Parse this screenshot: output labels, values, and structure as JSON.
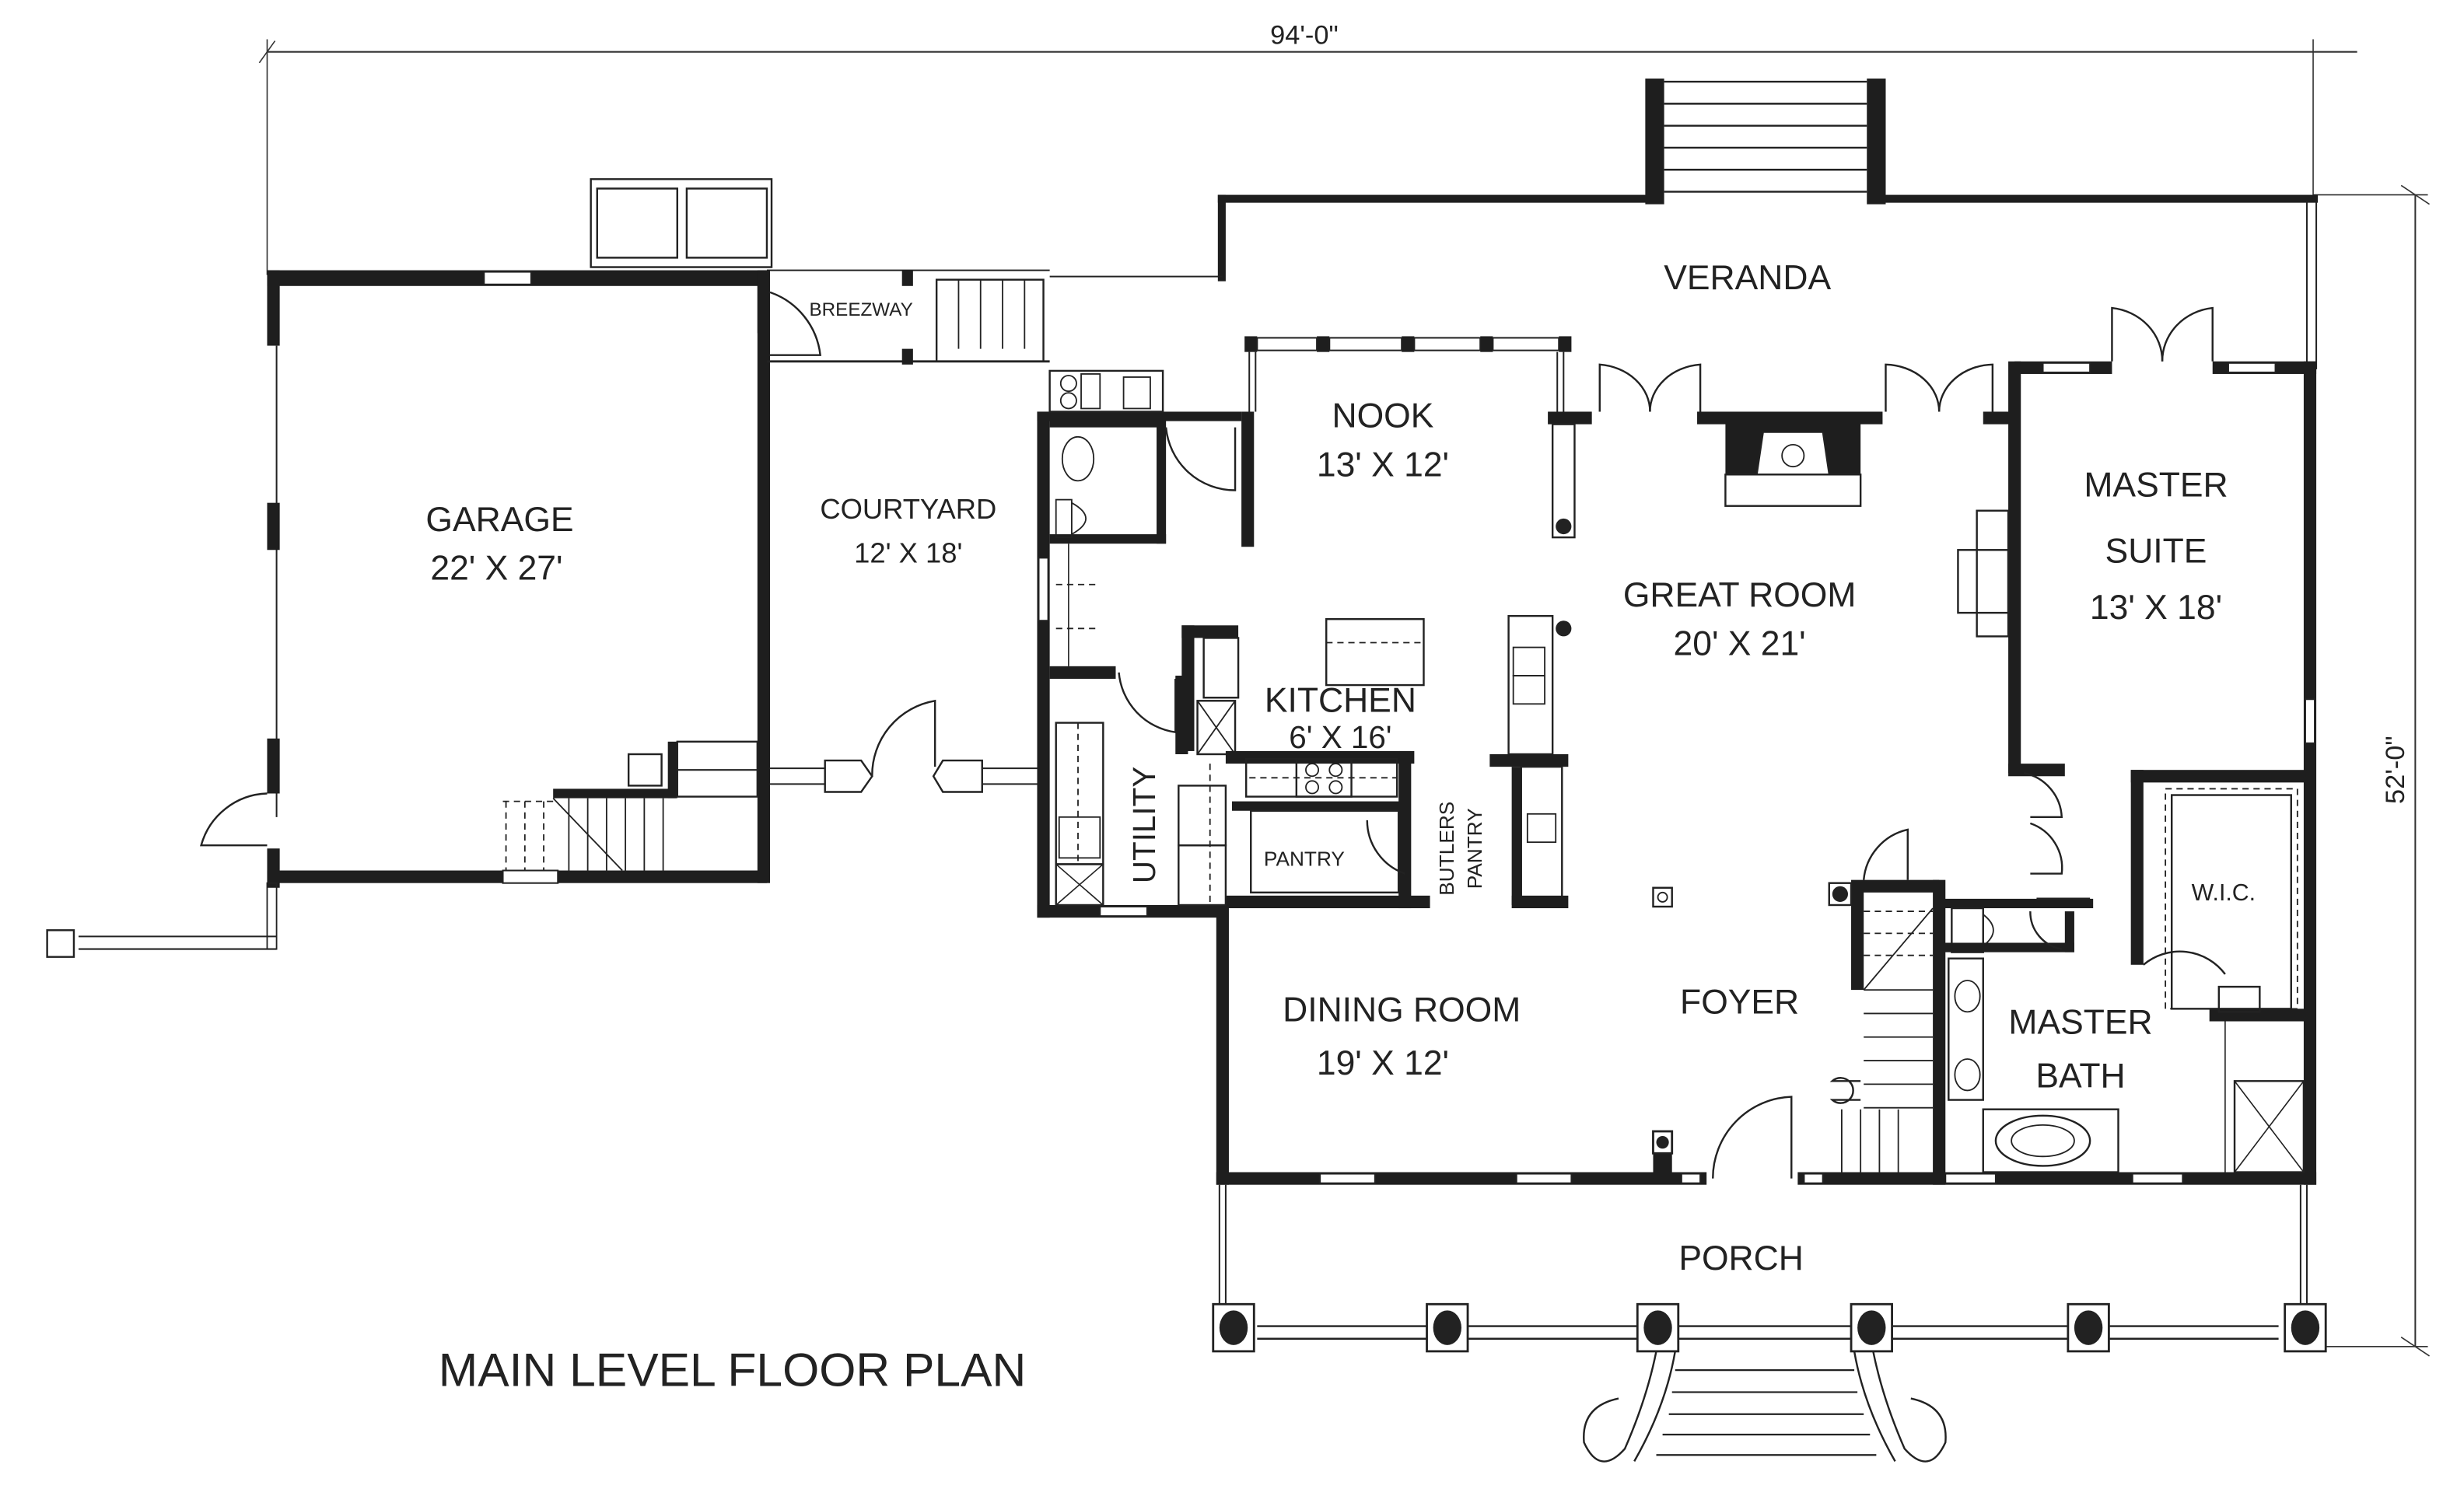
{
  "title": "MAIN LEVEL FLOOR PLAN",
  "dimensions": {
    "overall_width": "94'-0\"",
    "overall_depth": "52'-0\""
  },
  "rooms": {
    "veranda": {
      "name": "VERANDA"
    },
    "breezeway": {
      "name": "BREEZWAY"
    },
    "garage": {
      "name": "GARAGE",
      "size": "22' X 27'"
    },
    "courtyard": {
      "name": "COURTYARD",
      "size": "12' X 18'"
    },
    "nook": {
      "name": "NOOK",
      "size": "13' X 12'"
    },
    "great_room": {
      "name": "GREAT ROOM",
      "size": "20' X 21'"
    },
    "master_suite": {
      "name_line1": "MASTER",
      "name_line2": "SUITE",
      "size": "13' X 18'"
    },
    "kitchen": {
      "name": "KITCHEN",
      "size": "6' X 16'"
    },
    "pantry": {
      "name": "PANTRY"
    },
    "butlers_pantry": {
      "name_line1": "BUTLERS",
      "name_line2": "PANTRY"
    },
    "utility": {
      "name": "UTILITY"
    },
    "wic": {
      "name": "W.I.C."
    },
    "master_bath": {
      "name_line1": "MASTER",
      "name_line2": "BATH"
    },
    "dining_room": {
      "name": "DINING ROOM",
      "size": "19' X 12'"
    },
    "foyer": {
      "name": "FOYER"
    },
    "porch": {
      "name": "PORCH"
    }
  },
  "colors": {
    "wall": "#1e1e1e",
    "line": "#222222",
    "background": "#ffffff"
  }
}
